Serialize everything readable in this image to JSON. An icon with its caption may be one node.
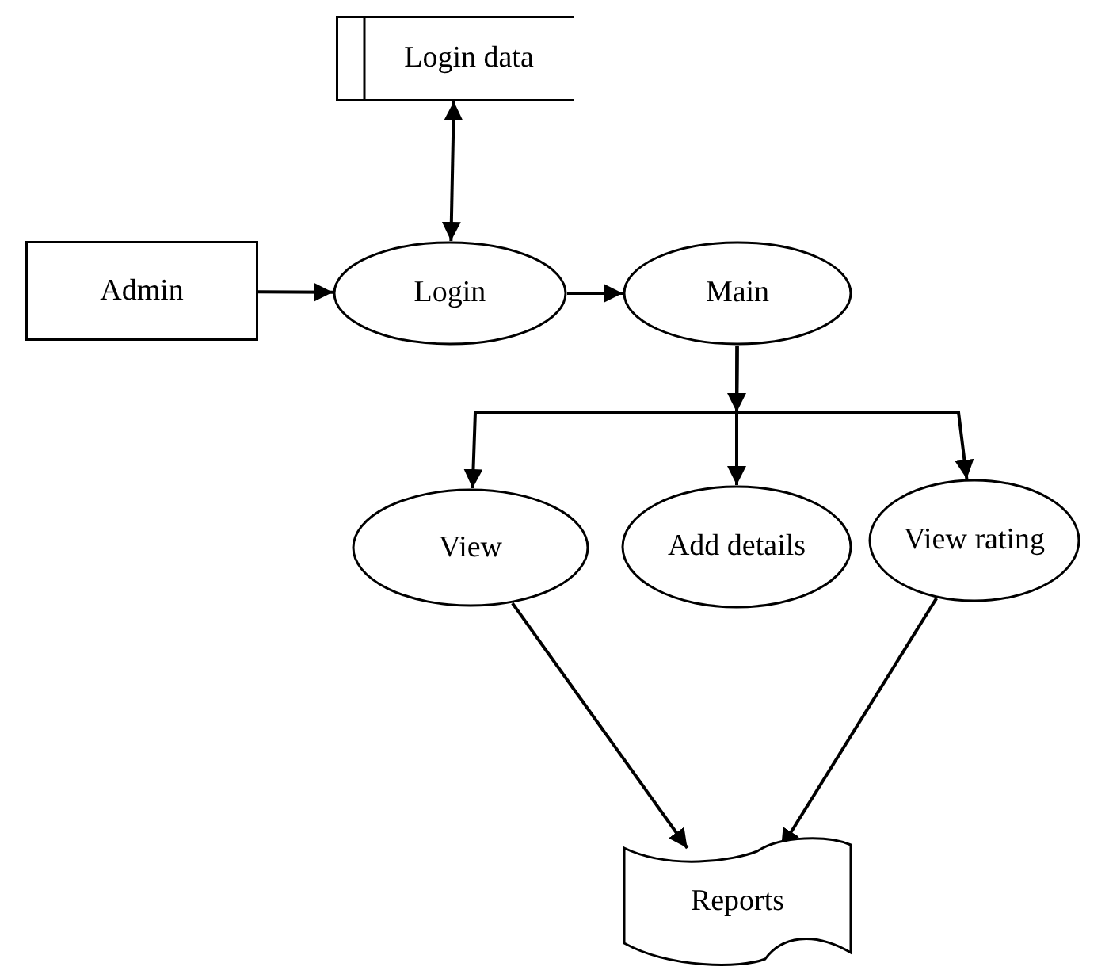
{
  "diagram": {
    "nodes": [
      {
        "text": [
          "Login data"
        ]
      },
      {
        "text": [
          "Admin"
        ]
      },
      {
        "text": [
          "Login"
        ]
      },
      {
        "text": [
          "Main"
        ]
      },
      {
        "text": [
          "View"
        ]
      },
      {
        "text": [
          "Add details"
        ]
      },
      {
        "text": [
          "View rating"
        ]
      },
      {
        "text": [
          "Reports"
        ]
      }
    ],
    "edges": [
      {
        "from": 0,
        "to": 2,
        "arrow": "both"
      },
      {
        "from": 1,
        "to": 2,
        "arrow": "to"
      },
      {
        "from": 2,
        "to": 3,
        "arrow": "to"
      },
      {
        "from": 3,
        "to": 4,
        "arrow": "to"
      },
      {
        "from": 3,
        "to": 5,
        "arrow": "to"
      },
      {
        "from": 3,
        "to": 6,
        "arrow": "to"
      },
      {
        "from": 4,
        "to": 7,
        "arrow": "to"
      },
      {
        "from": 6,
        "to": 7,
        "arrow": "to"
      }
    ]
  }
}
